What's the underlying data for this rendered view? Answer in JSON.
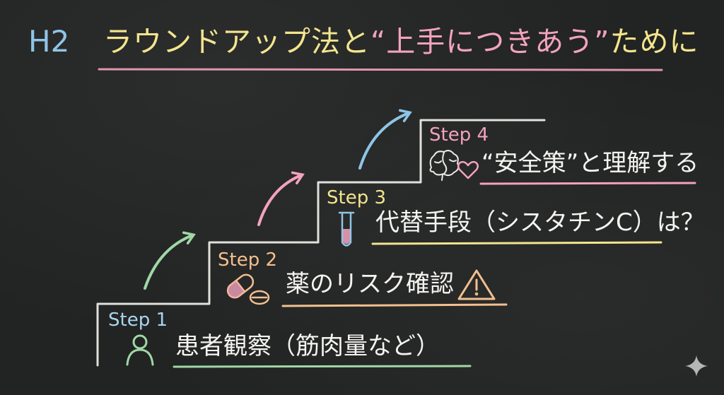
{
  "header": {
    "tag": "H2",
    "title_part1": "ラウンドアップ法と",
    "title_quote": "“上手につきあう”",
    "title_part2": "ために"
  },
  "steps": [
    {
      "label": "Step 1",
      "text": "患者観察（筋肉量など）",
      "icon": "person-icon"
    },
    {
      "label": "Step 2",
      "text": "薬のリスク確認",
      "icon": "pill-icon",
      "extra_icon": "warning-icon"
    },
    {
      "label": "Step 3",
      "text": "代替手段（シスタチンC）は？",
      "icon": "test-tube-icon"
    },
    {
      "label": "Step 4",
      "text": "“安全策”と理解する",
      "icon": "brain-icon",
      "extra_icon": "heart-icon"
    }
  ],
  "colors": {
    "background": "#222323",
    "chalk_white": "#f4f4f0",
    "blue": "#8ec5e6",
    "yellow": "#f3e58d",
    "pink": "#f2a3bd",
    "orange": "#f3c08f",
    "green": "#9fd8a6"
  }
}
